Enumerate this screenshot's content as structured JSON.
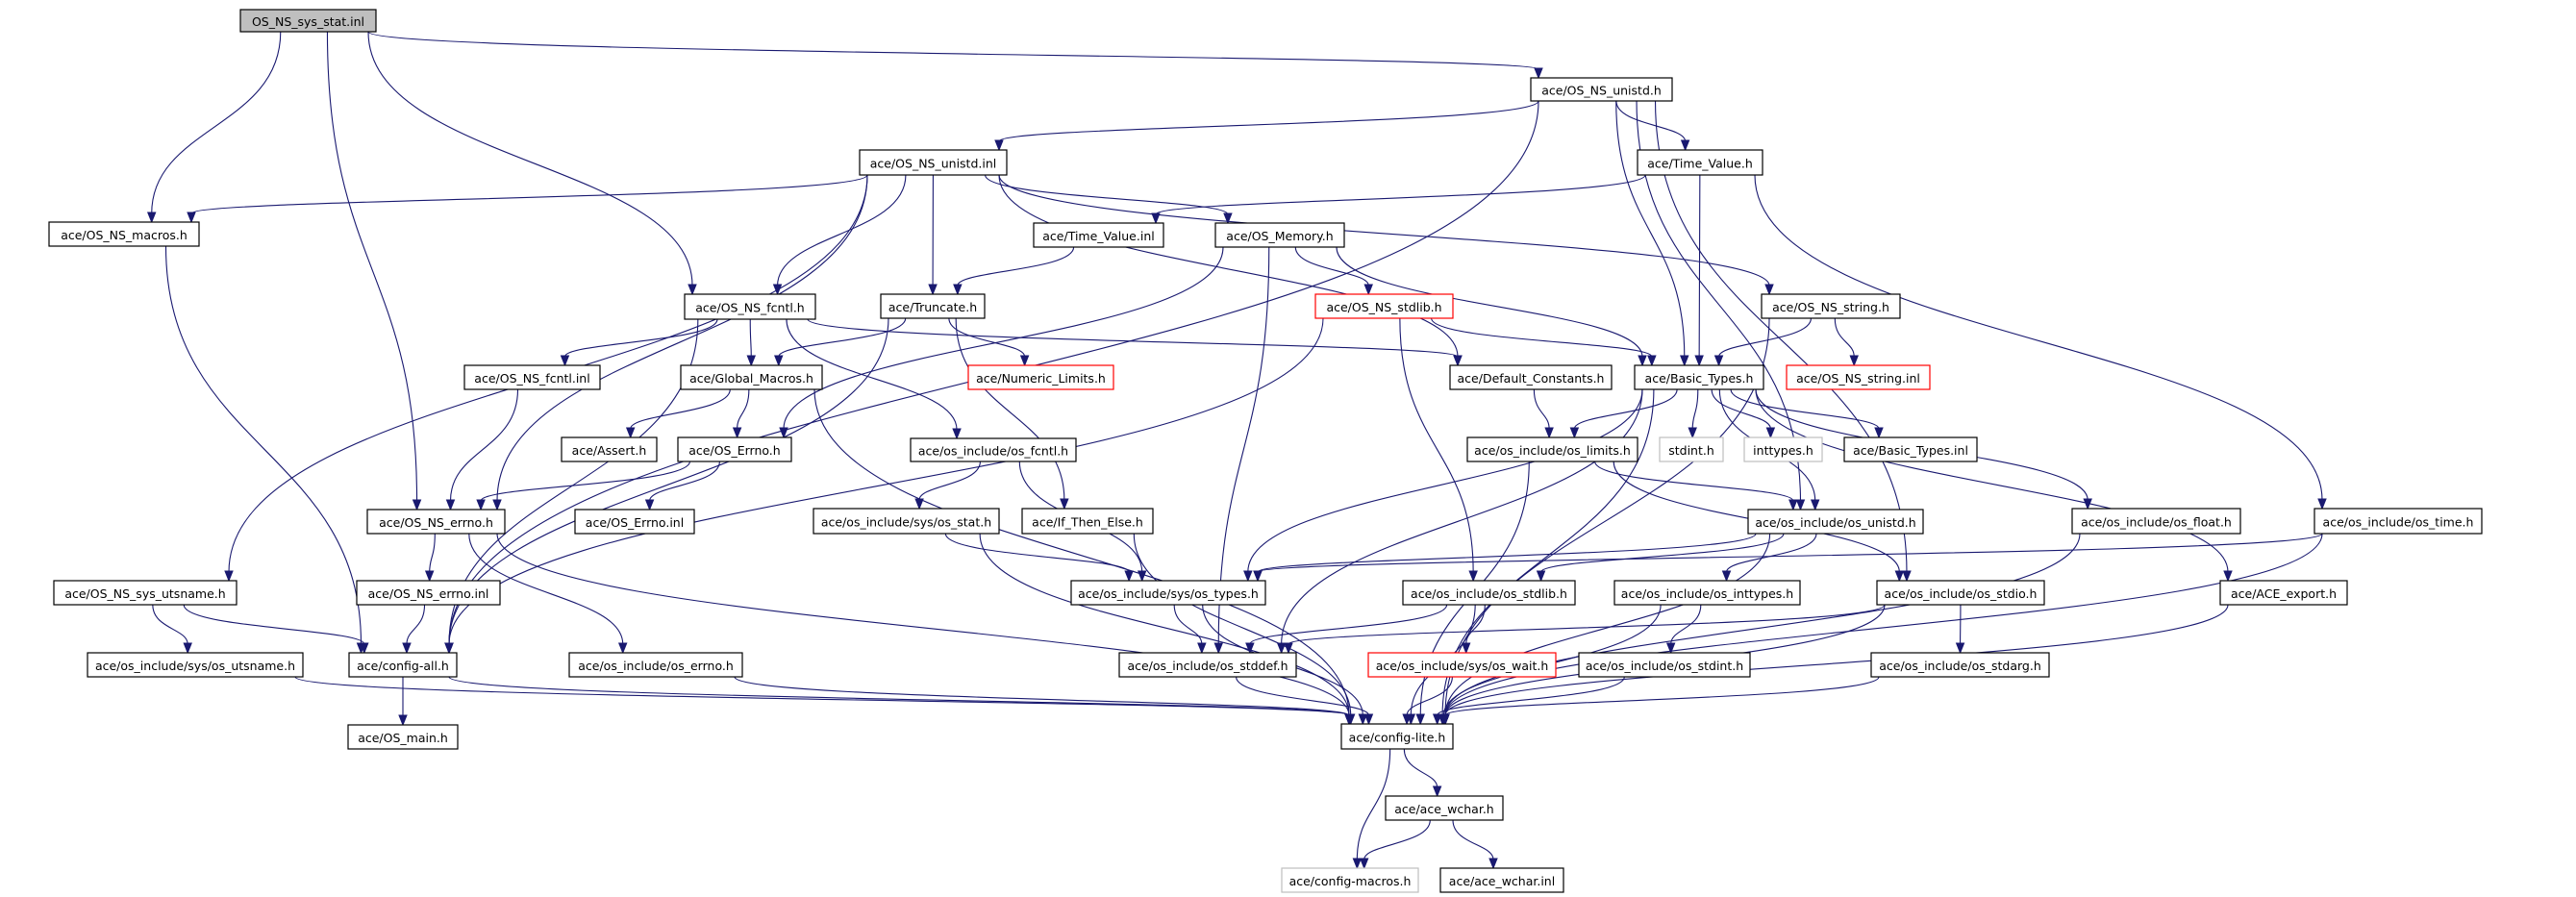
{
  "title": "OS_NS_sys_stat.inl include dependency graph",
  "colors": {
    "edge": "#191970",
    "root_fill": "#bfbfbf",
    "missing_border": "#ff0000",
    "external_border": "#bfbfbf",
    "normal_border": "#000000"
  },
  "nodes": [
    {
      "id": "root",
      "label": "OS_NS_sys_stat.inl",
      "kind": "root"
    },
    {
      "id": "os_ns_unistd_h",
      "label": "ace/OS_NS_unistd.h",
      "kind": "normal"
    },
    {
      "id": "os_ns_unistd_inl",
      "label": "ace/OS_NS_unistd.inl",
      "kind": "normal"
    },
    {
      "id": "time_value_h",
      "label": "ace/Time_Value.h",
      "kind": "normal"
    },
    {
      "id": "os_ns_macros_h",
      "label": "ace/OS_NS_macros.h",
      "kind": "normal"
    },
    {
      "id": "time_value_inl",
      "label": "ace/Time_Value.inl",
      "kind": "normal"
    },
    {
      "id": "os_memory_h",
      "label": "ace/OS_Memory.h",
      "kind": "normal"
    },
    {
      "id": "os_ns_fcntl_h",
      "label": "ace/OS_NS_fcntl.h",
      "kind": "normal"
    },
    {
      "id": "truncate_h",
      "label": "ace/Truncate.h",
      "kind": "normal"
    },
    {
      "id": "os_ns_stdlib_h",
      "label": "ace/OS_NS_stdlib.h",
      "kind": "missing"
    },
    {
      "id": "os_ns_string_h",
      "label": "ace/OS_NS_string.h",
      "kind": "normal"
    },
    {
      "id": "os_ns_fcntl_inl",
      "label": "ace/OS_NS_fcntl.inl",
      "kind": "normal"
    },
    {
      "id": "global_macros_h",
      "label": "ace/Global_Macros.h",
      "kind": "normal"
    },
    {
      "id": "numeric_limits_h",
      "label": "ace/Numeric_Limits.h",
      "kind": "missing"
    },
    {
      "id": "default_constants_h",
      "label": "ace/Default_Constants.h",
      "kind": "normal"
    },
    {
      "id": "basic_types_h",
      "label": "ace/Basic_Types.h",
      "kind": "normal"
    },
    {
      "id": "os_ns_string_inl",
      "label": "ace/OS_NS_string.inl",
      "kind": "missing"
    },
    {
      "id": "assert_h",
      "label": "ace/Assert.h",
      "kind": "normal"
    },
    {
      "id": "os_errno_h",
      "label": "ace/OS_Errno.h",
      "kind": "normal"
    },
    {
      "id": "os_fcntl_h",
      "label": "ace/os_include/os_fcntl.h",
      "kind": "normal"
    },
    {
      "id": "os_limits_h",
      "label": "ace/os_include/os_limits.h",
      "kind": "normal"
    },
    {
      "id": "stdint_h",
      "label": "stdint.h",
      "kind": "external"
    },
    {
      "id": "inttypes_h",
      "label": "inttypes.h",
      "kind": "external"
    },
    {
      "id": "basic_types_inl",
      "label": "ace/Basic_Types.inl",
      "kind": "normal"
    },
    {
      "id": "os_ns_errno_h",
      "label": "ace/OS_NS_errno.h",
      "kind": "normal"
    },
    {
      "id": "os_errno_inl",
      "label": "ace/OS_Errno.inl",
      "kind": "normal"
    },
    {
      "id": "sys_os_stat_h",
      "label": "ace/os_include/sys/os_stat.h",
      "kind": "normal"
    },
    {
      "id": "if_then_else_h",
      "label": "ace/If_Then_Else.h",
      "kind": "normal"
    },
    {
      "id": "os_unistd_h",
      "label": "ace/os_include/os_unistd.h",
      "kind": "normal"
    },
    {
      "id": "os_float_h",
      "label": "ace/os_include/os_float.h",
      "kind": "normal"
    },
    {
      "id": "os_time_h",
      "label": "ace/os_include/os_time.h",
      "kind": "normal"
    },
    {
      "id": "os_ns_sys_utsname_h",
      "label": "ace/OS_NS_sys_utsname.h",
      "kind": "normal"
    },
    {
      "id": "os_ns_errno_inl",
      "label": "ace/OS_NS_errno.inl",
      "kind": "normal"
    },
    {
      "id": "sys_os_types_h",
      "label": "ace/os_include/sys/os_types.h",
      "kind": "normal"
    },
    {
      "id": "os_stdlib_h",
      "label": "ace/os_include/os_stdlib.h",
      "kind": "normal"
    },
    {
      "id": "os_inttypes_h",
      "label": "ace/os_include/os_inttypes.h",
      "kind": "normal"
    },
    {
      "id": "os_stdio_h",
      "label": "ace/os_include/os_stdio.h",
      "kind": "normal"
    },
    {
      "id": "ace_export_h",
      "label": "ace/ACE_export.h",
      "kind": "normal"
    },
    {
      "id": "sys_os_utsname_h",
      "label": "ace/os_include/sys/os_utsname.h",
      "kind": "normal"
    },
    {
      "id": "config_all_h",
      "label": "ace/config-all.h",
      "kind": "normal"
    },
    {
      "id": "os_errno_sys_h",
      "label": "ace/os_include/os_errno.h",
      "kind": "normal"
    },
    {
      "id": "os_stddef_h",
      "label": "ace/os_include/os_stddef.h",
      "kind": "normal"
    },
    {
      "id": "sys_os_wait_h",
      "label": "ace/os_include/sys/os_wait.h",
      "kind": "missing"
    },
    {
      "id": "os_stdint_h",
      "label": "ace/os_include/os_stdint.h",
      "kind": "normal"
    },
    {
      "id": "os_stdarg_h",
      "label": "ace/os_include/os_stdarg.h",
      "kind": "normal"
    },
    {
      "id": "os_main_h",
      "label": "ace/OS_main.h",
      "kind": "normal"
    },
    {
      "id": "config_lite_h",
      "label": "ace/config-lite.h",
      "kind": "normal"
    },
    {
      "id": "ace_wchar_h",
      "label": "ace/ace_wchar.h",
      "kind": "normal"
    },
    {
      "id": "config_macros_h",
      "label": "ace/config-macros.h",
      "kind": "external"
    },
    {
      "id": "ace_wchar_inl",
      "label": "ace/ace_wchar.inl",
      "kind": "normal"
    }
  ],
  "edges": [
    [
      "root",
      "os_ns_unistd_h"
    ],
    [
      "root",
      "os_ns_macros_h"
    ],
    [
      "root",
      "os_ns_fcntl_h"
    ],
    [
      "root",
      "os_ns_errno_h"
    ],
    [
      "os_ns_unistd_h",
      "os_ns_unistd_inl"
    ],
    [
      "os_ns_unistd_h",
      "time_value_h"
    ],
    [
      "os_ns_unistd_h",
      "basic_types_h"
    ],
    [
      "os_ns_unistd_h",
      "config_all_h"
    ],
    [
      "os_ns_unistd_h",
      "os_unistd_h"
    ],
    [
      "os_ns_unistd_h",
      "os_stdio_h"
    ],
    [
      "os_ns_unistd_inl",
      "os_ns_macros_h"
    ],
    [
      "os_ns_unistd_inl",
      "os_ns_fcntl_h"
    ],
    [
      "os_ns_unistd_inl",
      "truncate_h"
    ],
    [
      "os_ns_unistd_inl",
      "os_memory_h"
    ],
    [
      "os_ns_unistd_inl",
      "os_ns_string_h"
    ],
    [
      "os_ns_unistd_inl",
      "default_constants_h"
    ],
    [
      "os_ns_unistd_inl",
      "os_ns_errno_h"
    ],
    [
      "os_ns_unistd_inl",
      "os_ns_sys_utsname_h"
    ],
    [
      "time_value_h",
      "time_value_inl"
    ],
    [
      "time_value_h",
      "basic_types_h"
    ],
    [
      "time_value_h",
      "os_time_h"
    ],
    [
      "time_value_inl",
      "truncate_h"
    ],
    [
      "os_memory_h",
      "os_ns_stdlib_h"
    ],
    [
      "os_memory_h",
      "basic_types_h"
    ],
    [
      "os_memory_h",
      "os_errno_h"
    ],
    [
      "os_memory_h",
      "os_stddef_h"
    ],
    [
      "os_ns_macros_h",
      "config_all_h"
    ],
    [
      "os_ns_fcntl_h",
      "os_ns_fcntl_inl"
    ],
    [
      "os_ns_fcntl_h",
      "global_macros_h"
    ],
    [
      "os_ns_fcntl_h",
      "os_fcntl_h"
    ],
    [
      "os_ns_fcntl_h",
      "default_constants_h"
    ],
    [
      "os_ns_fcntl_h",
      "config_all_h"
    ],
    [
      "truncate_h",
      "global_macros_h"
    ],
    [
      "truncate_h",
      "numeric_limits_h"
    ],
    [
      "truncate_h",
      "if_then_else_h"
    ],
    [
      "truncate_h",
      "config_all_h"
    ],
    [
      "os_ns_stdlib_h",
      "basic_types_h"
    ],
    [
      "os_ns_stdlib_h",
      "os_stdlib_h"
    ],
    [
      "os_ns_stdlib_h",
      "config_all_h"
    ],
    [
      "os_ns_string_h",
      "basic_types_h"
    ],
    [
      "os_ns_string_h",
      "os_ns_string_inl"
    ],
    [
      "os_ns_string_h",
      "config_lite_h"
    ],
    [
      "os_ns_fcntl_inl",
      "os_ns_errno_h"
    ],
    [
      "global_macros_h",
      "assert_h"
    ],
    [
      "global_macros_h",
      "os_errno_h"
    ],
    [
      "global_macros_h",
      "config_lite_h"
    ],
    [
      "default_constants_h",
      "os_limits_h"
    ],
    [
      "basic_types_h",
      "os_limits_h"
    ],
    [
      "basic_types_h",
      "stdint_h"
    ],
    [
      "basic_types_h",
      "inttypes_h"
    ],
    [
      "basic_types_h",
      "basic_types_inl"
    ],
    [
      "basic_types_h",
      "sys_os_types_h"
    ],
    [
      "basic_types_h",
      "os_stddef_h"
    ],
    [
      "basic_types_h",
      "os_float_h"
    ],
    [
      "basic_types_h",
      "ace_export_h"
    ],
    [
      "basic_types_h",
      "os_unistd_h"
    ],
    [
      "basic_types_h",
      "config_lite_h"
    ],
    [
      "os_errno_h",
      "os_ns_errno_h"
    ],
    [
      "os_errno_h",
      "os_errno_inl"
    ],
    [
      "os_fcntl_h",
      "sys_os_stat_h"
    ],
    [
      "os_fcntl_h",
      "sys_os_types_h"
    ],
    [
      "os_limits_h",
      "os_unistd_h"
    ],
    [
      "os_limits_h",
      "os_stdio_h"
    ],
    [
      "os_limits_h",
      "config_lite_h"
    ],
    [
      "os_ns_errno_h",
      "os_ns_errno_inl"
    ],
    [
      "os_ns_errno_h",
      "os_errno_sys_h"
    ],
    [
      "os_ns_errno_h",
      "config_lite_h"
    ],
    [
      "sys_os_stat_h",
      "sys_os_types_h"
    ],
    [
      "sys_os_stat_h",
      "config_lite_h"
    ],
    [
      "if_then_else_h",
      "config_lite_h"
    ],
    [
      "os_unistd_h",
      "sys_os_types_h"
    ],
    [
      "os_unistd_h",
      "os_inttypes_h"
    ],
    [
      "os_unistd_h",
      "os_stdlib_h"
    ],
    [
      "os_unistd_h",
      "config_lite_h"
    ],
    [
      "os_float_h",
      "config_lite_h"
    ],
    [
      "os_time_h",
      "sys_os_types_h"
    ],
    [
      "os_time_h",
      "config_lite_h"
    ],
    [
      "os_ns_sys_utsname_h",
      "sys_os_utsname_h"
    ],
    [
      "os_ns_sys_utsname_h",
      "config_all_h"
    ],
    [
      "os_ns_errno_inl",
      "config_all_h"
    ],
    [
      "sys_os_types_h",
      "os_stddef_h"
    ],
    [
      "sys_os_types_h",
      "config_lite_h"
    ],
    [
      "os_stdlib_h",
      "os_stddef_h"
    ],
    [
      "os_stdlib_h",
      "sys_os_wait_h"
    ],
    [
      "os_stdlib_h",
      "config_lite_h"
    ],
    [
      "os_inttypes_h",
      "os_stdint_h"
    ],
    [
      "os_inttypes_h",
      "config_lite_h"
    ],
    [
      "os_stdio_h",
      "os_stdarg_h"
    ],
    [
      "os_stdio_h",
      "os_stddef_h"
    ],
    [
      "os_stdio_h",
      "config_lite_h"
    ],
    [
      "ace_export_h",
      "config_lite_h"
    ],
    [
      "sys_os_utsname_h",
      "config_lite_h"
    ],
    [
      "config_all_h",
      "os_main_h"
    ],
    [
      "config_all_h",
      "config_lite_h"
    ],
    [
      "os_errno_sys_h",
      "config_lite_h"
    ],
    [
      "os_stddef_h",
      "config_lite_h"
    ],
    [
      "sys_os_wait_h",
      "config_lite_h"
    ],
    [
      "os_stdint_h",
      "config_lite_h"
    ],
    [
      "os_stdarg_h",
      "config_lite_h"
    ],
    [
      "config_lite_h",
      "ace_wchar_h"
    ],
    [
      "config_lite_h",
      "config_macros_h"
    ],
    [
      "ace_wchar_h",
      "config_macros_h"
    ],
    [
      "ace_wchar_h",
      "ace_wchar_inl"
    ]
  ]
}
